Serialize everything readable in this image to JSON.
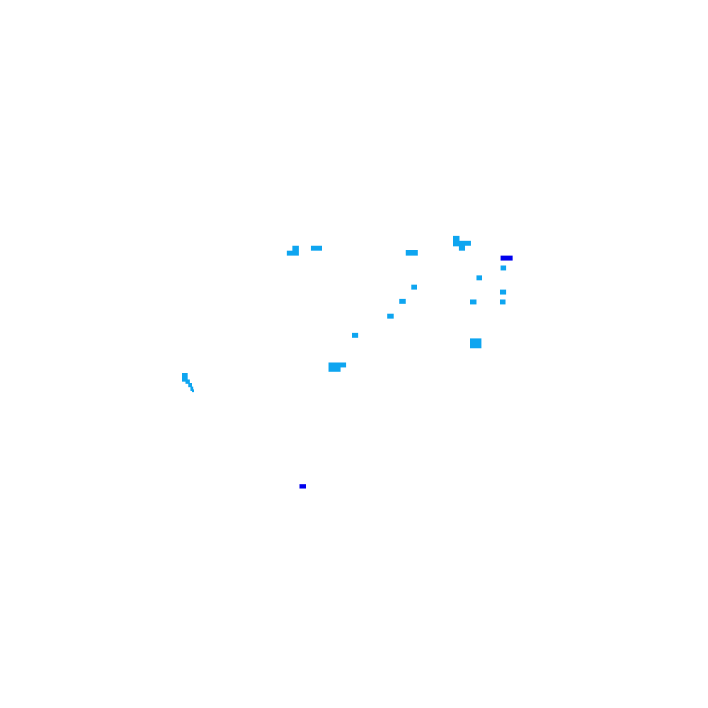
{
  "map": {
    "background_color": "#ffffff",
    "colors": {
      "light": "#0ea5f0",
      "dark": "#0000ee"
    },
    "patch_count": 26,
    "patch_classes": [
      "light",
      "dark"
    ]
  }
}
